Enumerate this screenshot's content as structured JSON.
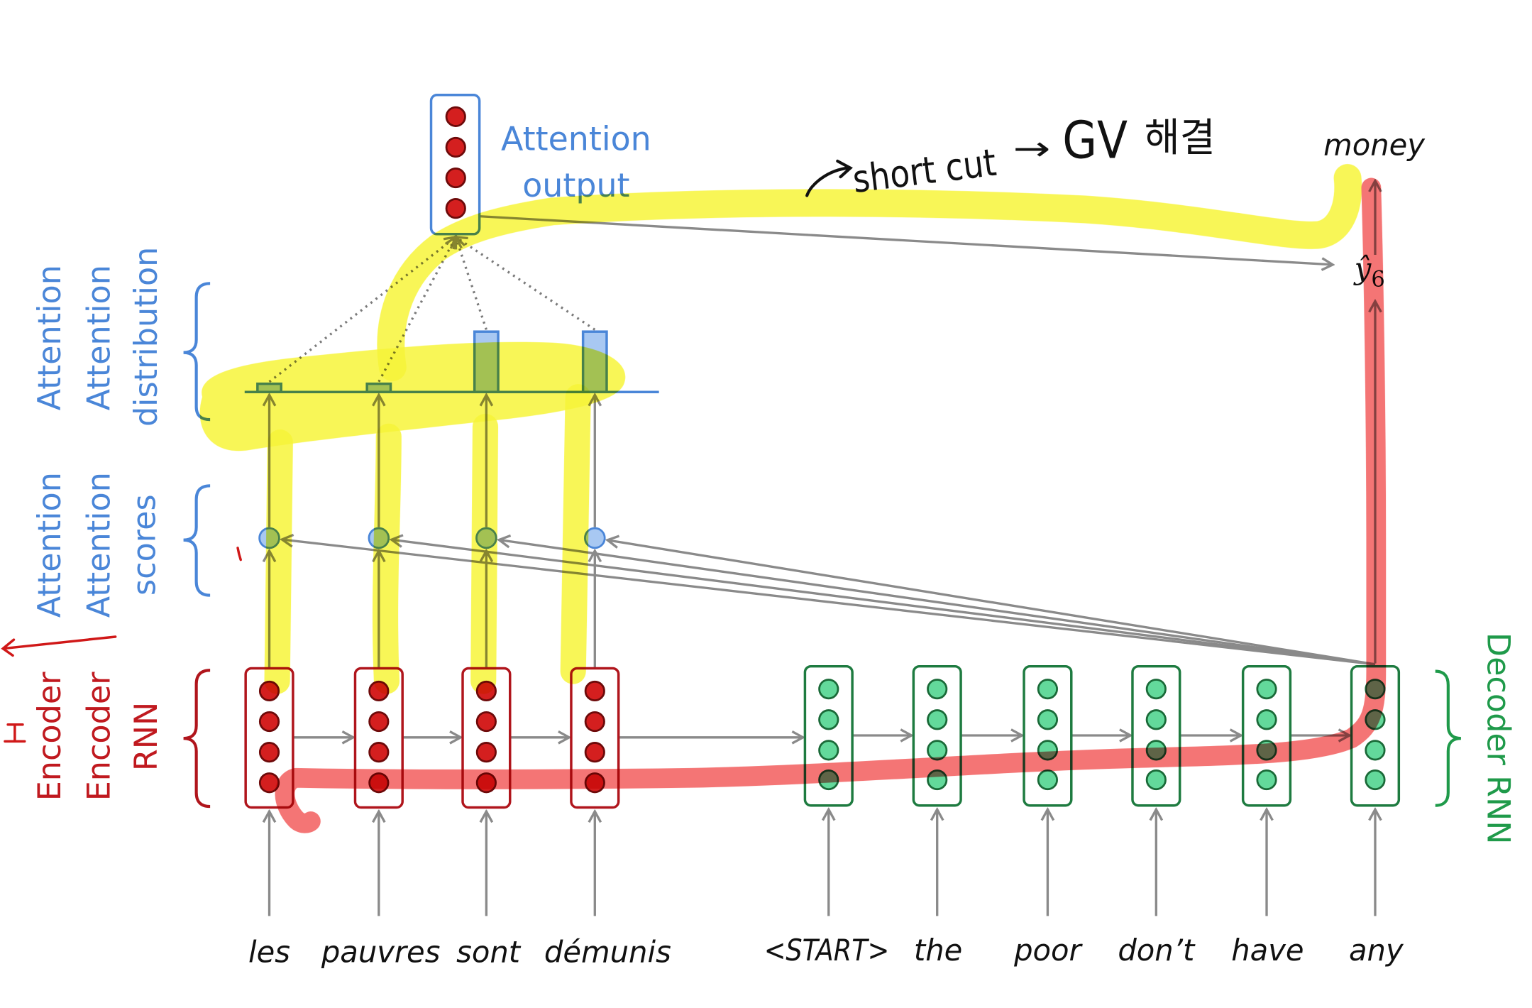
{
  "labels": {
    "attention_output": [
      "Attention",
      "output"
    ],
    "attention_distribution": [
      "Attention",
      "Attention",
      "distribution"
    ],
    "attention_scores": [
      "Attention",
      "Attention",
      "scores"
    ],
    "encoder_rnn": [
      "Encoder",
      "Encoder",
      "RNN"
    ],
    "decoder_rnn": "Decoder RNN",
    "output_word": "money",
    "prediction": {
      "symbol": "ŷ",
      "subscript": "6"
    }
  },
  "source_words": [
    "les",
    "pauvres",
    "sont",
    "démunis"
  ],
  "target_words": [
    "<START>",
    "the",
    "poor",
    "don’t",
    "have",
    "any"
  ],
  "attention_weights": [
    0.06,
    0.06,
    0.44,
    0.44
  ],
  "annotation": {
    "text": "short cut",
    "arrow": "→",
    "abbrev": "GV",
    "korean": "해결"
  },
  "colors": {
    "encoder": "#b0151c",
    "encoder_neuron": "#d41f1f",
    "encoder_neuron_edge": "#6d0a0a",
    "decoder": "#1e7b40",
    "decoder_neuron": "#63d99b",
    "decoder_neuron_edge": "#1a6a38",
    "attention": "#4a86d8",
    "attention_fill": "#a8c8f2",
    "arrow": "#8a8a8a",
    "dotted": "#7a7a7a",
    "label_encoder": "#c0191f",
    "label_decoder": "#1f9a4a",
    "highlight_yellow": "#f7f53a",
    "highlight_red": "#f26262",
    "pen_red": "#d01818",
    "ink": "#111111"
  }
}
